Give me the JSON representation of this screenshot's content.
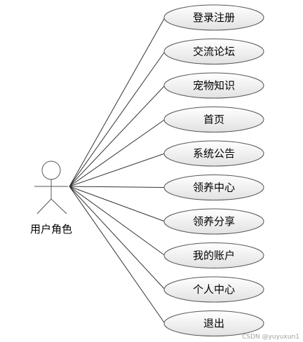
{
  "actor": {
    "label": "用户角色"
  },
  "use_cases": [
    {
      "label": "登录注册"
    },
    {
      "label": "交流论坛"
    },
    {
      "label": "宠物知识"
    },
    {
      "label": "首页"
    },
    {
      "label": "系统公告"
    },
    {
      "label": "领养中心"
    },
    {
      "label": "领养分享"
    },
    {
      "label": "我的账户"
    },
    {
      "label": "个人中心"
    },
    {
      "label": "退出"
    }
  ],
  "watermark": {
    "text": "CSDN @yuyuxun1"
  },
  "colors": {
    "ellipse_fill_top": "#ffffff",
    "ellipse_fill_bottom": "#e2e2e2",
    "stroke": "#555555",
    "line": "#333333"
  }
}
